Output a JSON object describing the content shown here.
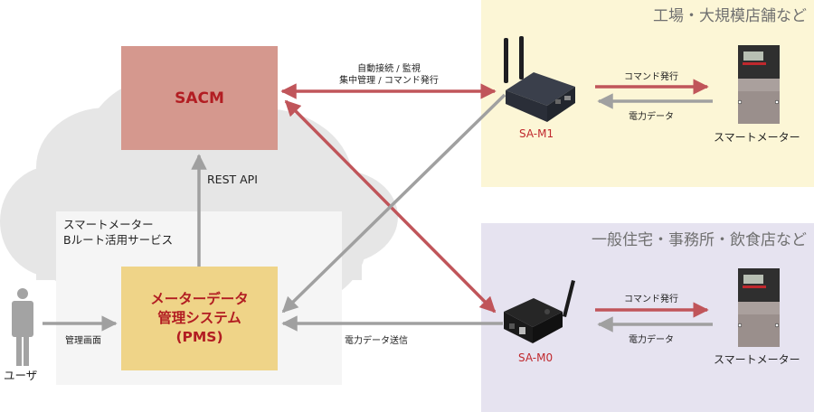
{
  "zones": {
    "factory": {
      "title": "工場・大規模店舗など",
      "color": "#fcf6d6"
    },
    "home": {
      "title": "一般住宅・事務所・飲食店など",
      "color": "#e6e3f0"
    }
  },
  "cloud": {
    "service_label_line1": "スマートメーター",
    "service_label_line2": "Bルート活用サービス"
  },
  "sacm": {
    "label": "SACM",
    "color": "#d5988e",
    "text_color": "#b21d22"
  },
  "pms": {
    "line1": "メーターデータ",
    "line2": "管理システム",
    "line3": "(PMS)",
    "color": "#efd488",
    "text_color": "#b21d22"
  },
  "links": {
    "rest_api": "REST API",
    "sacm_m1_line1": "自動接続 / 監視",
    "sacm_m1_line2": "集中管理 / コマンド発行",
    "user_to_pms": "管理画面",
    "m0_to_pms": "電力データ送信",
    "m1_cmd": "コマンド発行",
    "m1_data": "電力データ",
    "m0_cmd": "コマンド発行",
    "m0_data": "電力データ"
  },
  "devices": {
    "m1": {
      "name": "SA-M1"
    },
    "m0": {
      "name": "SA-M0"
    },
    "meter_top": {
      "name": "スマートメーター"
    },
    "meter_bottom": {
      "name": "スマートメーター"
    }
  },
  "user": {
    "label": "ユーザ"
  },
  "colors": {
    "red_arrow": "#c0555a",
    "gray_arrow": "#a0a0a0"
  }
}
